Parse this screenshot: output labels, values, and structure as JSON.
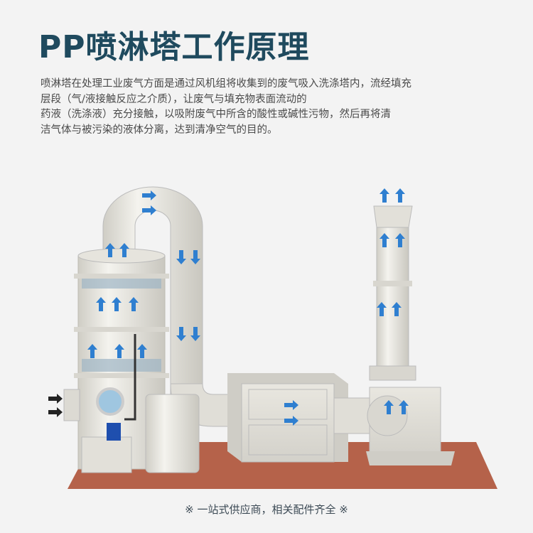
{
  "title": "PP喷淋塔工作原理",
  "description": [
    "喷淋塔在处理工业废气方面是通过风机组将收集到的废气吸入洗涤塔内，流经填充",
    "层段（气/液接触反应之介质），让废气与填充物表面流动的",
    "药液（洗涤液）充分接触，以吸附废气中所含的酸性或碱性污物，然后再将清",
    "洁气体与被污染的液体分离，达到清净空气的目的。"
  ],
  "footer": "※ 一站式供应商，相关配件齐全 ※",
  "colors": {
    "title": "#1f4a5e",
    "equipment": "#e8e6df",
    "floor": "#b5624a",
    "arrow_blue": "#2f7fd0",
    "arrow_black": "#222222"
  },
  "icons": [
    "arrow-up-icon",
    "arrow-down-icon",
    "arrow-right-icon"
  ]
}
